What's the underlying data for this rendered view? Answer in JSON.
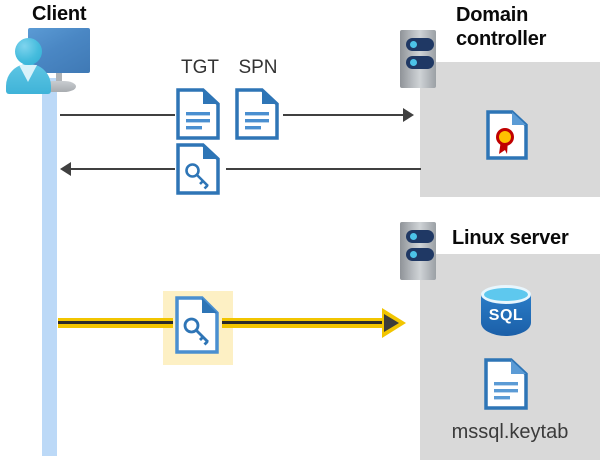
{
  "diagram": {
    "title": "Kerberos authentication flow: Client to Domain controller to Linux server",
    "background": "#ffffff",
    "colors": {
      "panel_gray": "#d9d9d9",
      "lifeline_blue": "#bcd9f7",
      "doc_blue": "#2e75b6",
      "connector_gray": "#404040",
      "highlight_yellow": "#f2c500",
      "highlight_box": "#fdf0c4",
      "rack_slot_navy": "#1f3864",
      "seal_red": "#c00000",
      "seal_gold": "#ffc000",
      "sql_blue": "#1b5fa8"
    }
  },
  "actors": {
    "client": {
      "label": "Client",
      "icon": "user-with-monitor-icon",
      "lifeline": "client-lifeline"
    },
    "domain_controller": {
      "label": "Domain\ncontroller",
      "label_line1": "Domain",
      "label_line2": "controller",
      "icon": "server-rack-icon",
      "contents": [
        {
          "name": "certificate-document-icon",
          "label": ""
        }
      ]
    },
    "linux_server": {
      "label": "Linux server",
      "icon": "server-rack-icon",
      "contents": [
        {
          "name": "sql-database-icon",
          "label": "SQL"
        },
        {
          "name": "keytab-document-icon",
          "label": "mssql.keytab"
        }
      ]
    }
  },
  "flows": [
    {
      "id": "flow-request",
      "direction": "client-to-domain-controller",
      "style": "thin-gray-arrow",
      "artifacts": [
        {
          "label": "TGT",
          "icon": "text-document-icon"
        },
        {
          "label": "SPN",
          "icon": "text-document-icon"
        }
      ]
    },
    {
      "id": "flow-response",
      "direction": "domain-controller-to-client",
      "style": "thin-gray-arrow",
      "artifacts": [
        {
          "label": "",
          "icon": "key-document-icon"
        }
      ]
    },
    {
      "id": "flow-ticket-presented",
      "direction": "client-to-linux-server",
      "style": "thick-yellow-arrow",
      "highlighted": true,
      "artifacts": [
        {
          "label": "",
          "icon": "key-document-icon"
        }
      ]
    }
  ],
  "labels": {
    "client": "Client",
    "domain_controller_line1": "Domain",
    "domain_controller_line2": "controller",
    "linux_server": "Linux server",
    "tgt": "TGT",
    "spn": "SPN",
    "sql": "SQL",
    "keytab_file": "mssql.keytab"
  }
}
